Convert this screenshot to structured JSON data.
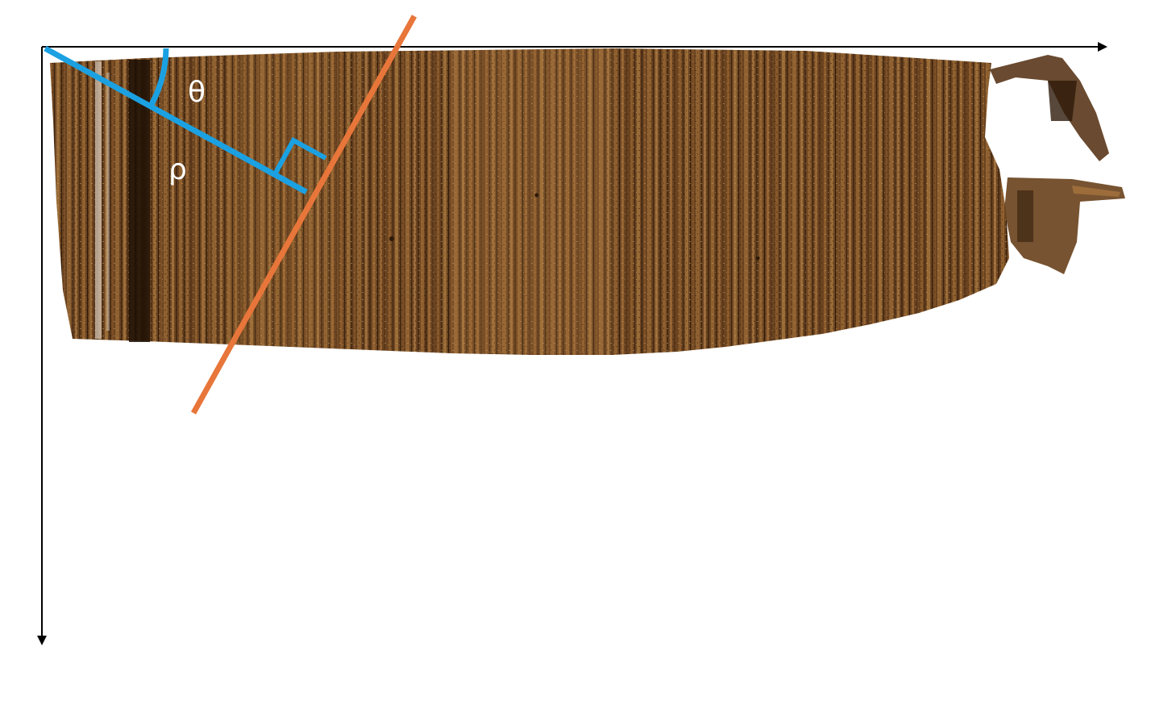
{
  "labels": {
    "theta": "θ",
    "rho": "ρ"
  },
  "colors": {
    "axis": "#000000",
    "normal": "#1ba1e2",
    "line": "#e8763a",
    "label": "#ffffff",
    "wood_base": "#6b4420",
    "wood_light": "#a5743d",
    "wood_dark": "#2e1a0a"
  },
  "image_content": "wood-board-scan"
}
